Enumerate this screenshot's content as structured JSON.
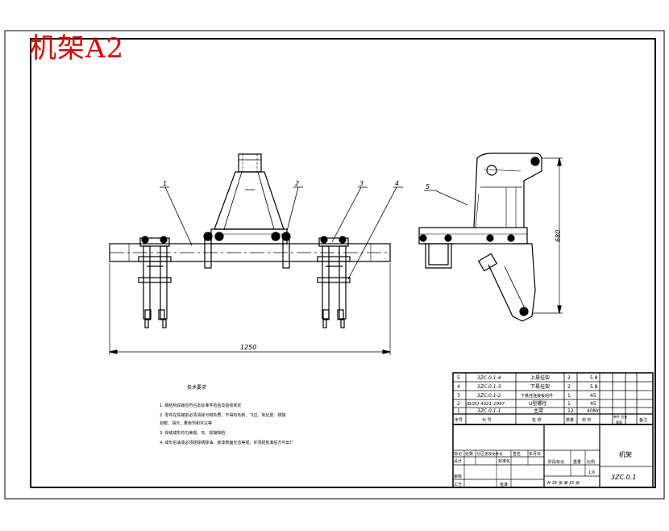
{
  "header": {
    "title": "机架A2"
  },
  "drawing": {
    "balloons": [
      "1",
      "2",
      "3",
      "4",
      "5"
    ],
    "dims": {
      "width": "1250",
      "height": "680"
    }
  },
  "notes": {
    "heading": "技术要求",
    "lines": [
      "1. 钢结构焊接应符合本标准件检验及验收规定",
      "2. 零件在焊接前必须清除污物杂质、不得有毛刺、飞边、氧化皮、锈蚀",
      "   划痕、油污、着色剂和灰尘等",
      "3. 焊缝成形均匀美观、无、焊接缺陷",
      "4. 成形后油漆必须经除锈除油、底漆表面光洁美观、并须经批准后方可出厂"
    ]
  },
  "bom": {
    "rows": [
      {
        "no": "5",
        "code": "3ZC.0.1-4",
        "name": "上悬挂架",
        "qty": "2",
        "mat": "5.8"
      },
      {
        "no": "4",
        "code": "3ZC.0.1-3",
        "name": "下悬挂架",
        "qty": "2",
        "mat": "5.8"
      },
      {
        "no": "3",
        "code": "3ZC.0.1-2",
        "name": "下悬挂连接板组件",
        "qty": "1",
        "mat": "45"
      },
      {
        "no": "2",
        "code": "JB/ZQ 4321-1997",
        "name": "U型螺栓",
        "qty": "1",
        "mat": "45"
      },
      {
        "no": "1",
        "code": "3ZC.0.1-1",
        "name": "主梁",
        "qty": "12",
        "mat": "40Mn"
      }
    ],
    "header": {
      "no": "序号",
      "code": "代 号",
      "name": "名 称",
      "qty": "数量",
      "mat": "材 料",
      "w1": "单件 总计",
      "w2": "重量",
      "note": "备注"
    }
  },
  "titleblock": {
    "mark": "标记",
    "count": "处数",
    "zone": "分区",
    "change": "更改文件号",
    "sign": "签名",
    "date": "年月日",
    "design": "设计",
    "std": "标准化",
    "stage": "阶段标记",
    "weight": "重量",
    "scale": "比例",
    "check": "审核",
    "process": "工艺",
    "approve": "批准",
    "scale_val": "1:6",
    "part_name": "机架",
    "drawing_no": "3ZC.0.1",
    "sheets": "共 16 张  第 15 张"
  }
}
